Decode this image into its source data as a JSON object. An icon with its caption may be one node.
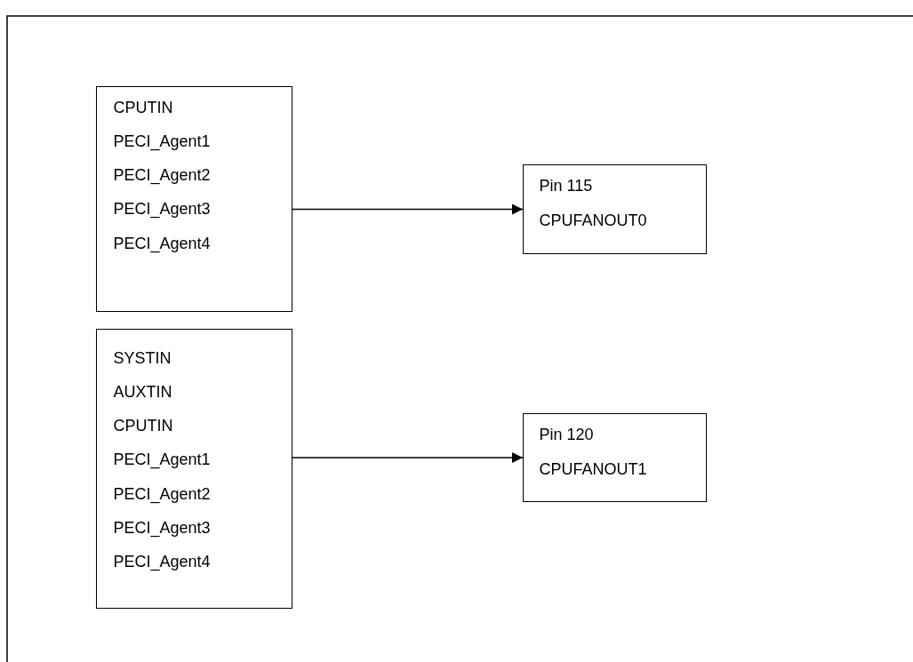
{
  "diagram": {
    "nodes": [
      {
        "text": [
          "CPUTIN",
          "PECI_Agent1",
          "PECI_Agent2",
          "PECI_Agent3",
          "PECI_Agent4"
        ]
      },
      {
        "text": [
          "Pin 115",
          "CPUFANOUT0"
        ]
      },
      {
        "text": [
          "SYSTIN",
          "AUXTIN",
          "CPUTIN",
          "PECI_Agent1",
          "PECI_Agent2",
          "PECI_Agent3",
          "PECI_Agent4"
        ]
      },
      {
        "text": [
          "Pin 120",
          "CPUFANOUT1"
        ]
      }
    ],
    "edges": [
      {
        "from": 0,
        "to": 1,
        "arrow": "to"
      },
      {
        "from": 2,
        "to": 3,
        "arrow": "to"
      }
    ]
  }
}
